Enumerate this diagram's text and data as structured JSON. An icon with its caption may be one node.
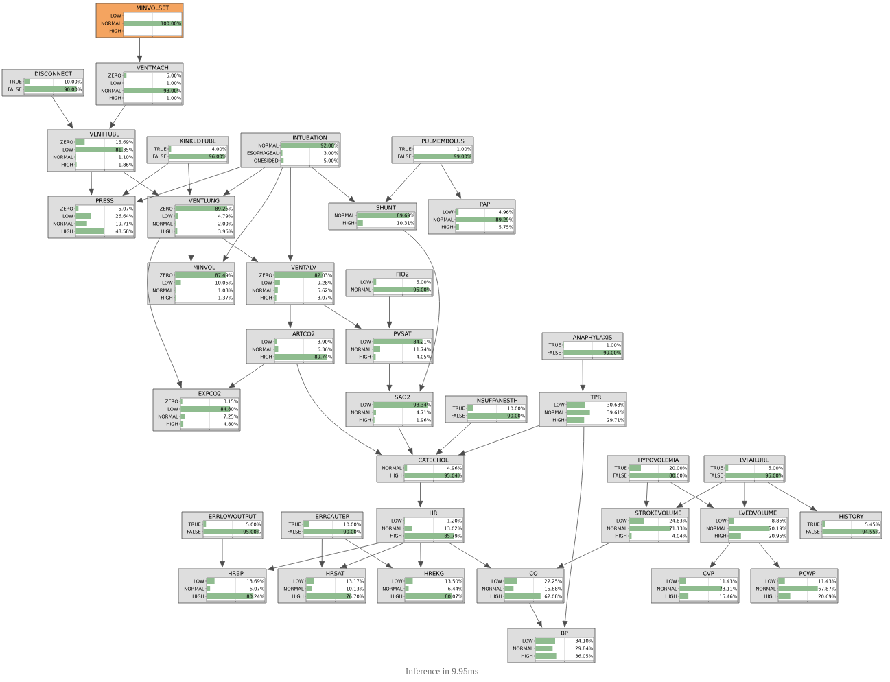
{
  "diagram": {
    "caption": "Inference in 9.95ms",
    "nodes": [
      {
        "text": [
          "MINVOLSET",
          "LOW",
          "NORMAL",
          "100.00%",
          "HIGH"
        ]
      },
      {
        "text": [
          "DISCONNECT",
          "TRUE",
          "10.00%",
          "FALSE",
          "90.00%"
        ]
      },
      {
        "text": [
          "VENTMACH",
          "ZERO",
          "5.00%",
          "LOW",
          "1.00%",
          "NORMAL",
          "93.00%",
          "HIGH",
          "1.00%"
        ]
      },
      {
        "text": [
          "VENTTUBE",
          "ZERO",
          "15.69%",
          "LOW",
          "81.35%",
          "NORMAL",
          "1.10%",
          "HIGH",
          "1.86%"
        ]
      },
      {
        "text": [
          "KINKEDTUBE",
          "TRUE",
          "4.00%",
          "FALSE",
          "96.00%"
        ]
      },
      {
        "text": [
          "INTUBATION",
          "NORMAL",
          "92.00%",
          "ESOPHAGEAL",
          "3.00%",
          "ONESIDED",
          "5.00%"
        ]
      },
      {
        "text": [
          "PULMEMBOLUS",
          "TRUE",
          "1.00%",
          "FALSE",
          "99.00%"
        ]
      },
      {
        "text": [
          "PRESS",
          "ZERO",
          "5.07%",
          "LOW",
          "26.64%",
          "NORMAL",
          "19.71%",
          "HIGH",
          "48.58%"
        ]
      },
      {
        "text": [
          "VENTLUNG",
          "ZERO",
          "89.26%",
          "LOW",
          "4.79%",
          "NORMAL",
          "2.00%",
          "HIGH",
          "3.96%"
        ]
      },
      {
        "text": [
          "SHUNT",
          "NORMAL",
          "89.69%",
          "HIGH",
          "10.31%"
        ]
      },
      {
        "text": [
          "PAP",
          "LOW",
          "4.96%",
          "NORMAL",
          "89.29%",
          "HIGH",
          "5.75%"
        ]
      },
      {
        "text": [
          "MINVOL",
          "ZERO",
          "87.49%",
          "LOW",
          "10.06%",
          "NORMAL",
          "1.08%",
          "HIGH",
          "1.37%"
        ]
      },
      {
        "text": [
          "VENTALV",
          "ZERO",
          "82.03%",
          "LOW",
          "9.28%",
          "NORMAL",
          "5.62%",
          "HIGH",
          "3.07%"
        ]
      },
      {
        "text": [
          "FIO2",
          "LOW",
          "5.00%",
          "NORMAL",
          "95.00%"
        ]
      },
      {
        "text": [
          "ARTCO2",
          "LOW",
          "3.90%",
          "NORMAL",
          "6.36%",
          "HIGH",
          "89.74%"
        ]
      },
      {
        "text": [
          "PVSAT",
          "LOW",
          "84.21%",
          "NORMAL",
          "11.74%",
          "HIGH",
          "4.05%"
        ]
      },
      {
        "text": [
          "ANAPHYLAXIS",
          "TRUE",
          "1.00%",
          "FALSE",
          "99.00%"
        ]
      },
      {
        "text": [
          "EXPCO2",
          "ZERO",
          "3.15%",
          "LOW",
          "84.80%",
          "NORMAL",
          "7.25%",
          "HIGH",
          "4.80%"
        ]
      },
      {
        "text": [
          "SAO2",
          "LOW",
          "93.34%",
          "NORMAL",
          "4.71%",
          "HIGH",
          "1.96%"
        ]
      },
      {
        "text": [
          "INSUFFANESTH",
          "TRUE",
          "10.00%",
          "FALSE",
          "90.00%"
        ]
      },
      {
        "text": [
          "TPR",
          "LOW",
          "30.68%",
          "NORMAL",
          "39.61%",
          "HIGH",
          "29.71%"
        ]
      },
      {
        "text": [
          "CATECHOL",
          "NORMAL",
          "4.96%",
          "HIGH",
          "95.04%"
        ]
      },
      {
        "text": [
          "HYPOVOLEMIA",
          "TRUE",
          "20.00%",
          "FALSE",
          "80.00%"
        ]
      },
      {
        "text": [
          "LVFAILURE",
          "TRUE",
          "5.00%",
          "FALSE",
          "95.00%"
        ]
      },
      {
        "text": [
          "HR",
          "LOW",
          "1.20%",
          "NORMAL",
          "13.02%",
          "HIGH",
          "85.79%"
        ]
      },
      {
        "text": [
          "ERRLOWOUTPUT",
          "TRUE",
          "5.00%",
          "FALSE",
          "95.00%"
        ]
      },
      {
        "text": [
          "ERRCAUTER",
          "TRUE",
          "10.00%",
          "FALSE",
          "90.00%"
        ]
      },
      {
        "text": [
          "STROKEVOLUME",
          "LOW",
          "24.83%",
          "NORMAL",
          "71.13%",
          "HIGH",
          "4.04%"
        ]
      },
      {
        "text": [
          "LVEDVOLUME",
          "LOW",
          "8.86%",
          "NORMAL",
          "70.19%",
          "HIGH",
          "20.95%"
        ]
      },
      {
        "text": [
          "HISTORY",
          "TRUE",
          "5.45%",
          "FALSE",
          "94.55%"
        ]
      },
      {
        "text": [
          "HRBP",
          "LOW",
          "13.69%",
          "NORMAL",
          "6.07%",
          "HIGH",
          "80.24%"
        ]
      },
      {
        "text": [
          "HRSAT",
          "LOW",
          "13.17%",
          "NORMAL",
          "10.13%",
          "HIGH",
          "76.70%"
        ]
      },
      {
        "text": [
          "HREKG",
          "LOW",
          "13.50%",
          "NORMAL",
          "6.44%",
          "HIGH",
          "80.07%"
        ]
      },
      {
        "text": [
          "CO",
          "LOW",
          "22.25%",
          "NORMAL",
          "15.68%",
          "HIGH",
          "62.08%"
        ]
      },
      {
        "text": [
          "CVP",
          "LOW",
          "11.43%",
          "NORMAL",
          "73.11%",
          "HIGH",
          "15.46%"
        ]
      },
      {
        "text": [
          "PCWP",
          "LOW",
          "11.43%",
          "NORMAL",
          "67.87%",
          "HIGH",
          "20.69%"
        ]
      },
      {
        "text": [
          "BP",
          "LOW",
          "34.10%",
          "NORMAL",
          "29.84%",
          "HIGH",
          "36.05%"
        ]
      }
    ],
    "edges": [
      {
        "from": 0,
        "to": 2,
        "arrow": "to"
      },
      {
        "from": 1,
        "to": 3,
        "arrow": "to"
      },
      {
        "from": 2,
        "to": 3,
        "arrow": "to"
      },
      {
        "from": 3,
        "to": 7,
        "arrow": "to"
      },
      {
        "from": 3,
        "to": 8,
        "arrow": "to"
      },
      {
        "from": 4,
        "to": 7,
        "arrow": "to"
      },
      {
        "from": 4,
        "to": 8,
        "arrow": "to"
      },
      {
        "from": 5,
        "to": 7,
        "arrow": "to"
      },
      {
        "from": 5,
        "to": 8,
        "arrow": "to"
      },
      {
        "from": 5,
        "to": 11,
        "arrow": "to"
      },
      {
        "from": 5,
        "to": 12,
        "arrow": "to"
      },
      {
        "from": 5,
        "to": 9,
        "arrow": "to"
      },
      {
        "from": 6,
        "to": 9,
        "arrow": "to"
      },
      {
        "from": 6,
        "to": 10,
        "arrow": "to"
      },
      {
        "from": 8,
        "to": 11,
        "arrow": "to"
      },
      {
        "from": 8,
        "to": 12,
        "arrow": "to"
      },
      {
        "from": 8,
        "to": 17,
        "arrow": "to"
      },
      {
        "from": 12,
        "to": 14,
        "arrow": "to"
      },
      {
        "from": 12,
        "to": 15,
        "arrow": "to"
      },
      {
        "from": 13,
        "to": 15,
        "arrow": "to"
      },
      {
        "from": 14,
        "to": 17,
        "arrow": "to"
      },
      {
        "from": 14,
        "to": 21,
        "arrow": "to"
      },
      {
        "from": 15,
        "to": 18,
        "arrow": "to"
      },
      {
        "from": 9,
        "to": 18,
        "arrow": "to"
      },
      {
        "from": 16,
        "to": 20,
        "arrow": "to"
      },
      {
        "from": 18,
        "to": 21,
        "arrow": "to"
      },
      {
        "from": 19,
        "to": 21,
        "arrow": "to"
      },
      {
        "from": 20,
        "to": 21,
        "arrow": "to"
      },
      {
        "from": 20,
        "to": 36,
        "arrow": "to"
      },
      {
        "from": 21,
        "to": 24,
        "arrow": "to"
      },
      {
        "from": 22,
        "to": 27,
        "arrow": "to"
      },
      {
        "from": 22,
        "to": 28,
        "arrow": "to"
      },
      {
        "from": 23,
        "to": 27,
        "arrow": "to"
      },
      {
        "from": 23,
        "to": 28,
        "arrow": "to"
      },
      {
        "from": 23,
        "to": 29,
        "arrow": "to"
      },
      {
        "from": 24,
        "to": 30,
        "arrow": "to"
      },
      {
        "from": 24,
        "to": 31,
        "arrow": "to"
      },
      {
        "from": 24,
        "to": 32,
        "arrow": "to"
      },
      {
        "from": 24,
        "to": 33,
        "arrow": "to"
      },
      {
        "from": 25,
        "to": 30,
        "arrow": "to"
      },
      {
        "from": 26,
        "to": 31,
        "arrow": "to"
      },
      {
        "from": 26,
        "to": 32,
        "arrow": "to"
      },
      {
        "from": 27,
        "to": 33,
        "arrow": "to"
      },
      {
        "from": 28,
        "to": 34,
        "arrow": "to"
      },
      {
        "from": 28,
        "to": 35,
        "arrow": "to"
      },
      {
        "from": 33,
        "to": 36,
        "arrow": "to"
      }
    ]
  }
}
